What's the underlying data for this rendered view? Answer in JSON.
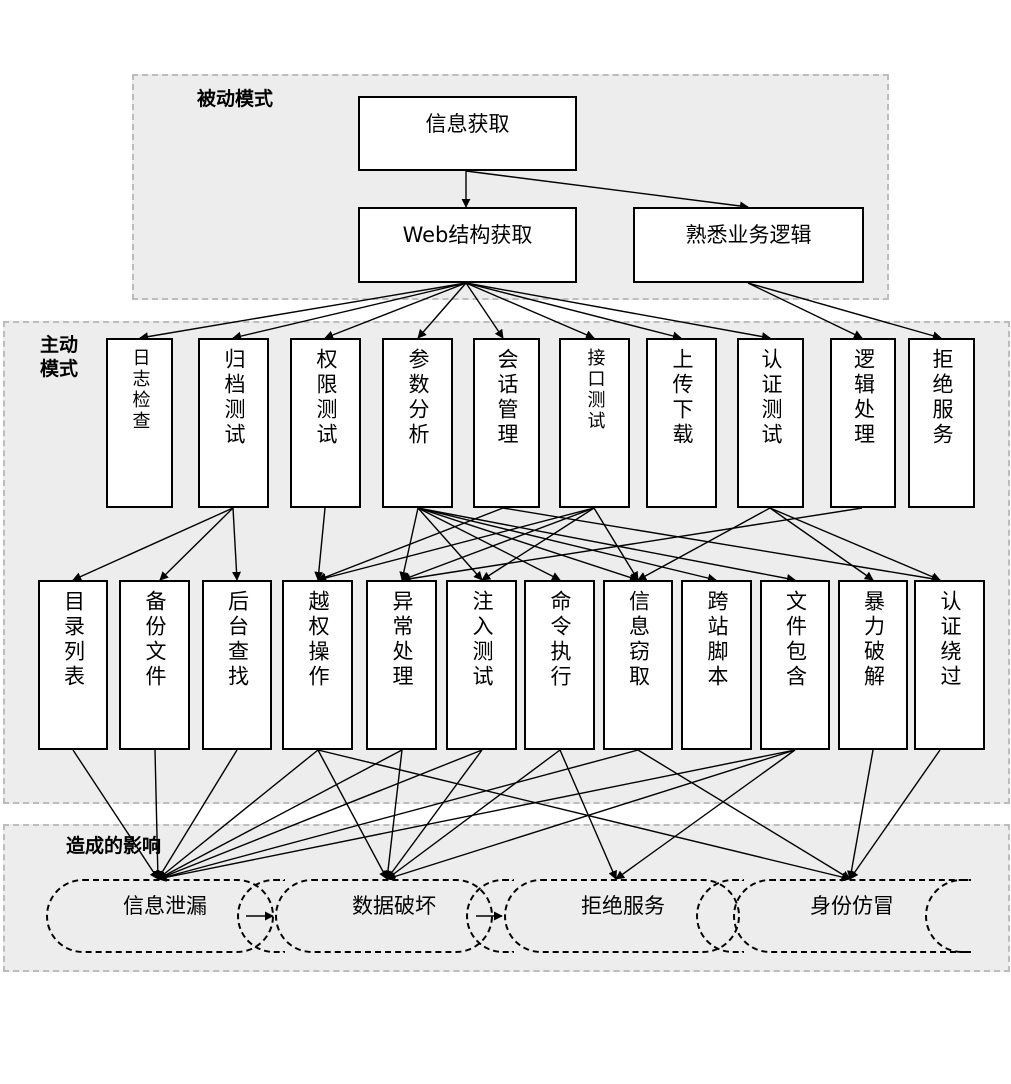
{
  "diagram": {
    "zones": {
      "passive": {
        "label": "被动模式"
      },
      "active": {
        "label": "主动\n模式"
      },
      "impact": {
        "label": "造成的影响"
      }
    },
    "passive_nodes": {
      "info": "信息获取",
      "web": "Web结构获取",
      "biz": "熟悉业务逻辑"
    },
    "test_nodes": [
      "日志检查",
      "归档测试",
      "权限测试",
      "参数分析",
      "会话管理",
      "接口测试",
      "上传下载",
      "认证测试",
      "逻辑处理",
      "拒绝服务"
    ],
    "attack_nodes": [
      "目录列表",
      "备份文件",
      "后台查找",
      "越权操作",
      "异常处理",
      "注入测试",
      "命令执行",
      "信息窃取",
      "跨站脚本",
      "文件包含",
      "暴力破解",
      "认证绕过"
    ],
    "impact_nodes": [
      "信息泄漏",
      "数据破坏",
      "拒绝服务",
      "身份仿冒"
    ]
  }
}
